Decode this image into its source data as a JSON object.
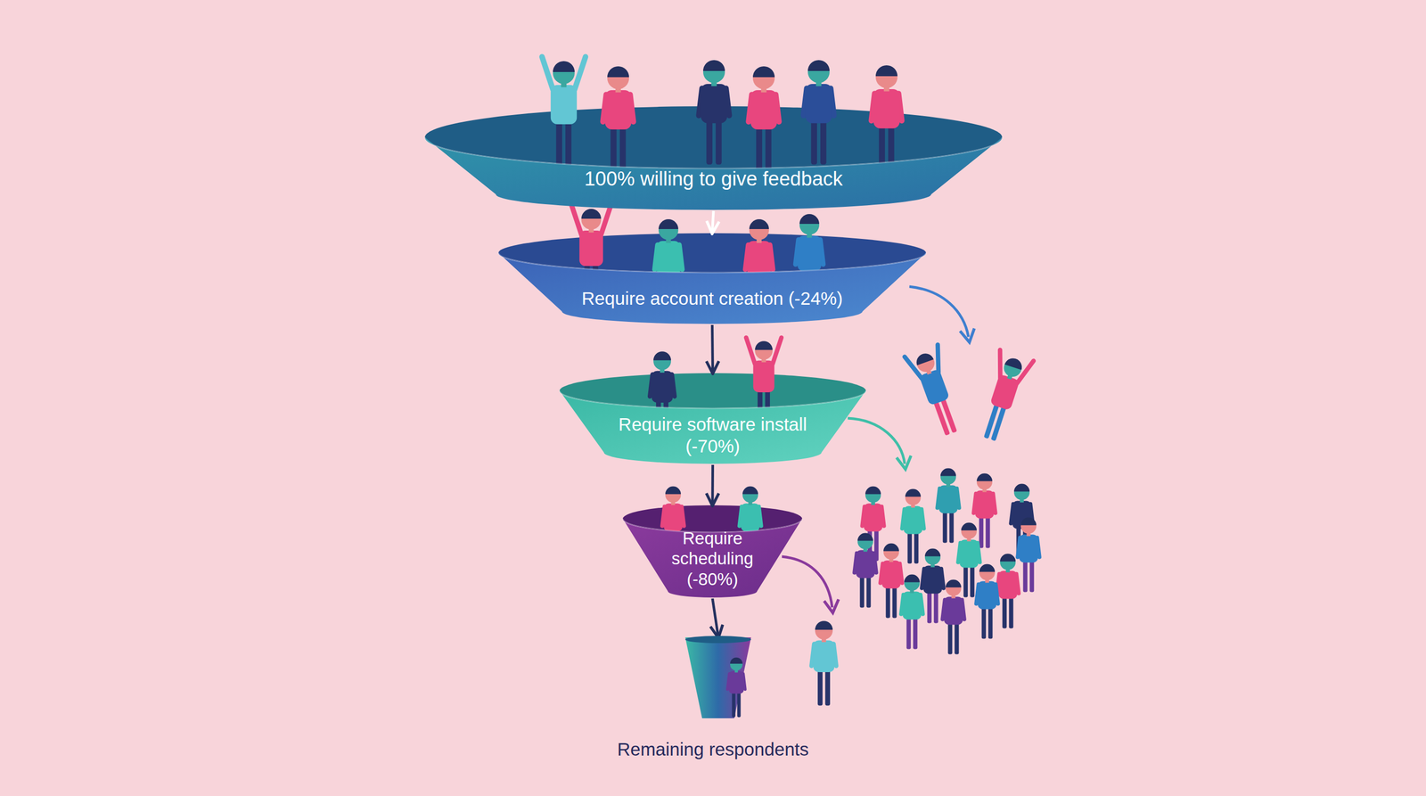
{
  "diagram": {
    "nodes": [
      {
        "text": [
          "100% willing to give feedback"
        ]
      },
      {
        "text": [
          "Require account creation (-24%)"
        ]
      },
      {
        "text": [
          "Require software install (-70%)"
        ]
      },
      {
        "text": [
          "Require scheduling (-80%)"
        ]
      },
      {
        "text": [
          "Remaining respondents"
        ]
      }
    ],
    "edges": [
      {
        "from": 0,
        "to": 1,
        "arrow": "to"
      },
      {
        "from": 1,
        "to": 2,
        "arrow": "to"
      },
      {
        "from": 2,
        "to": 3,
        "arrow": "to"
      },
      {
        "from": 3,
        "to": 4,
        "arrow": "to"
      }
    ]
  }
}
